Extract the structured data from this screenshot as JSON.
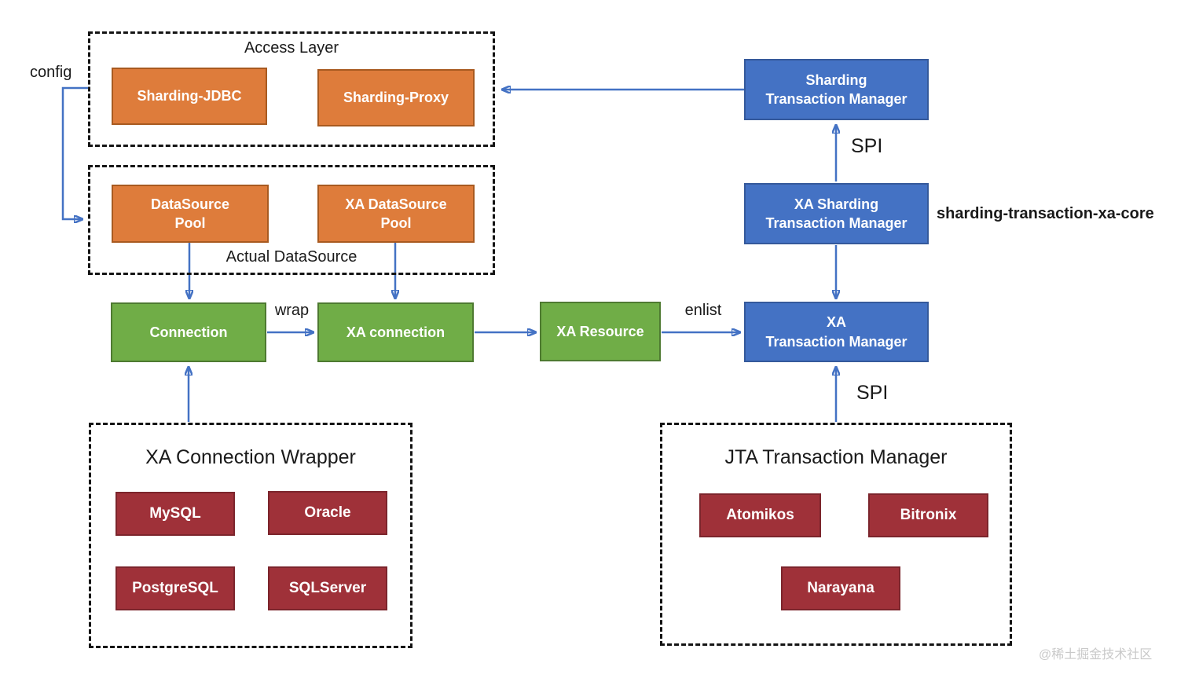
{
  "colors": {
    "orange_fill": "#DE7C3B",
    "orange_border": "#A85A20",
    "blue_fill": "#4472C4",
    "blue_border": "#35599B",
    "green_fill": "#70AD47",
    "green_border": "#4E7A31",
    "red_fill": "#9F3139",
    "red_border": "#7C252C",
    "arrow": "#4472C4",
    "dashed_border": "#141414",
    "watermark_gray": "#c9c9c9"
  },
  "access_layer": {
    "title": "Access Layer",
    "nodes": {
      "sharding_jdbc": "Sharding-JDBC",
      "sharding_proxy": "Sharding-Proxy"
    }
  },
  "actual_datasource": {
    "title": "Actual DataSource",
    "nodes": {
      "datasource_pool": {
        "line1": "DataSource",
        "line2": "Pool"
      },
      "xa_datasource_pool": {
        "line1": "XA DataSource",
        "line2": "Pool"
      }
    }
  },
  "pipeline": {
    "connection": "Connection",
    "xa_connection": "XA connection",
    "xa_resource": "XA Resource"
  },
  "transaction_managers": {
    "sharding_tm": {
      "line1": "Sharding",
      "line2": "Transaction Manager"
    },
    "xa_sharding_tm": {
      "line1": "XA Sharding",
      "line2": "Transaction Manager"
    },
    "xa_tm": {
      "line1": "XA",
      "line2": "Transaction Manager"
    }
  },
  "xa_connection_wrapper": {
    "title": "XA Connection Wrapper",
    "nodes": {
      "mysql": "MySQL",
      "oracle": "Oracle",
      "postgresql": "PostgreSQL",
      "sqlserver": "SQLServer"
    }
  },
  "jta_transaction_manager": {
    "title": "JTA Transaction Manager",
    "nodes": {
      "atomikos": "Atomikos",
      "bitronix": "Bitronix",
      "narayana": "Narayana"
    }
  },
  "labels": {
    "config": "config",
    "wrap": "wrap",
    "enlist": "enlist",
    "spi_top": "SPI",
    "spi_bottom": "SPI",
    "xa_core_module": "sharding-transaction-xa-core",
    "watermark": "@稀土掘金技术社区"
  }
}
